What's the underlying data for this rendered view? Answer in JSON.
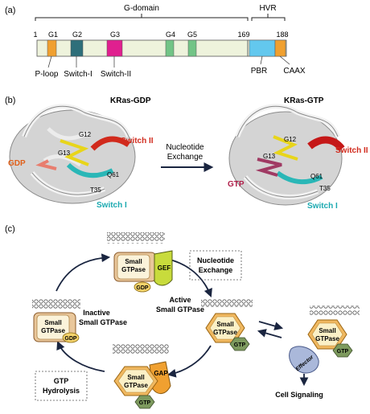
{
  "panel_a": {
    "label": "(a)",
    "g_domain": "G-domain",
    "hvr": "HVR",
    "num_start": "1",
    "num_169": "169",
    "num_188": "188",
    "g1": "G1",
    "g2": "G2",
    "g3": "G3",
    "g4": "G4",
    "g5": "G5",
    "p_loop": "P-loop",
    "switch_1": "Switch-I",
    "switch_2": "Switch-II",
    "pbr": "PBR",
    "caax": "CAAX",
    "colors": {
      "gdomain_bar": "#eef3dc",
      "g1": "#f0a030",
      "g2": "#2e6f7a",
      "g3": "#e0208f",
      "g4": "#72c486",
      "g5": "#72c486",
      "pbr": "#63c8ee",
      "caax": "#f0a030"
    }
  },
  "panel_b": {
    "label": "(b)",
    "gdp_title": "KRas-GDP",
    "gtp_title": "KRas-GTP",
    "arrow_line1": "Nucleotide",
    "arrow_line2": "Exchange",
    "left": {
      "g12": "G12",
      "g13": "G13",
      "gdp": "GDP",
      "switch_2": "Switch II",
      "q61": "Q61",
      "t35": "T35",
      "switch_1": "Switch I"
    },
    "right": {
      "g12": "G12",
      "g13": "G13",
      "gtp": "GTP",
      "switch_2": "Switch II",
      "q61": "Q61",
      "t35": "T35",
      "switch_1": "Switch I"
    }
  },
  "panel_c": {
    "label": "(c)",
    "nucleotide_exchange_1": "Nucleotide",
    "nucleotide_exchange_2": "Exchange",
    "gtp_hydrolysis_1": "GTP",
    "gtp_hydrolysis_2": "Hydrolysis",
    "inactive_1": "Inactive",
    "inactive_2": "Small GTPase",
    "active_1": "Active",
    "active_2": "Small GTPase",
    "cell_signaling": "Cell Signaling",
    "small": "Small",
    "gtpase": "GTPase",
    "gdp": "GDP",
    "gtp": "GTP",
    "gef": "GEF",
    "gap": "GAP",
    "effector": "Effector"
  }
}
